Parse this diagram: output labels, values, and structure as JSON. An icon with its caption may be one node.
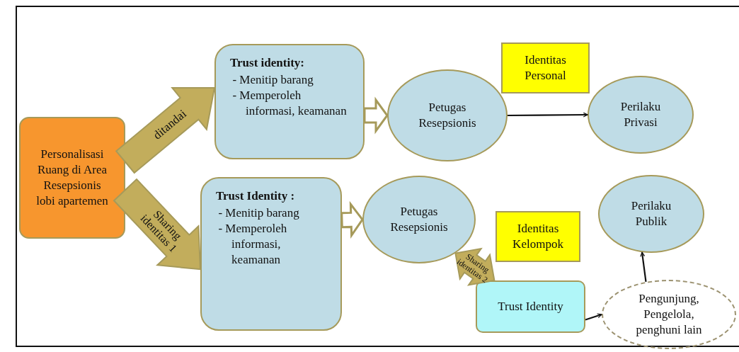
{
  "diagram": {
    "nodes": [
      {
        "text": [
          "Personalisasi Ruang di Area Resepsionis lobi apartemen"
        ]
      },
      {
        "text": [
          "Trust identity:",
          "- Menitip barang",
          "- Memperoleh informasi, keamanan"
        ]
      },
      {
        "text": [
          "Petugas Resepsionis"
        ]
      },
      {
        "text": [
          "Identitas Personal"
        ]
      },
      {
        "text": [
          "Perilaku Privasi"
        ]
      },
      {
        "text": [
          "Trust Identity :",
          "- Menitip barang",
          "- Memperoleh informasi, keamanan"
        ]
      },
      {
        "text": [
          "Petugas Resepsionis"
        ]
      },
      {
        "text": [
          "Identitas Kelompok"
        ]
      },
      {
        "text": [
          "Perilaku Publik"
        ]
      },
      {
        "text": [
          "Trust Identity"
        ]
      },
      {
        "text": [
          "Pengunjung, Pengelola, penghuni lain"
        ]
      }
    ],
    "edges": [
      {
        "from": 0,
        "to": 1,
        "arrow": "to",
        "label": "ditandai",
        "style": "thick",
        "color": "#c2ad5c"
      },
      {
        "from": 0,
        "to": 5,
        "arrow": "to",
        "label": "Sharing identitas 1",
        "style": "thick",
        "color": "#c2ad5c"
      },
      {
        "from": 1,
        "to": 2,
        "arrow": "to",
        "style": "thick",
        "color": "#a69a5a"
      },
      {
        "from": 2,
        "to": 4,
        "arrow": "to"
      },
      {
        "from": 5,
        "to": 6,
        "arrow": "to",
        "style": "thick",
        "color": "#a69a5a"
      },
      {
        "from": 6,
        "to": 9,
        "arrow": "both",
        "label": "Sharing identitas 2",
        "style": "thick",
        "color": "#c2ad5c"
      },
      {
        "from": 9,
        "to": 10,
        "arrow": "to"
      },
      {
        "from": 10,
        "to": 8,
        "arrow": "to"
      }
    ]
  }
}
